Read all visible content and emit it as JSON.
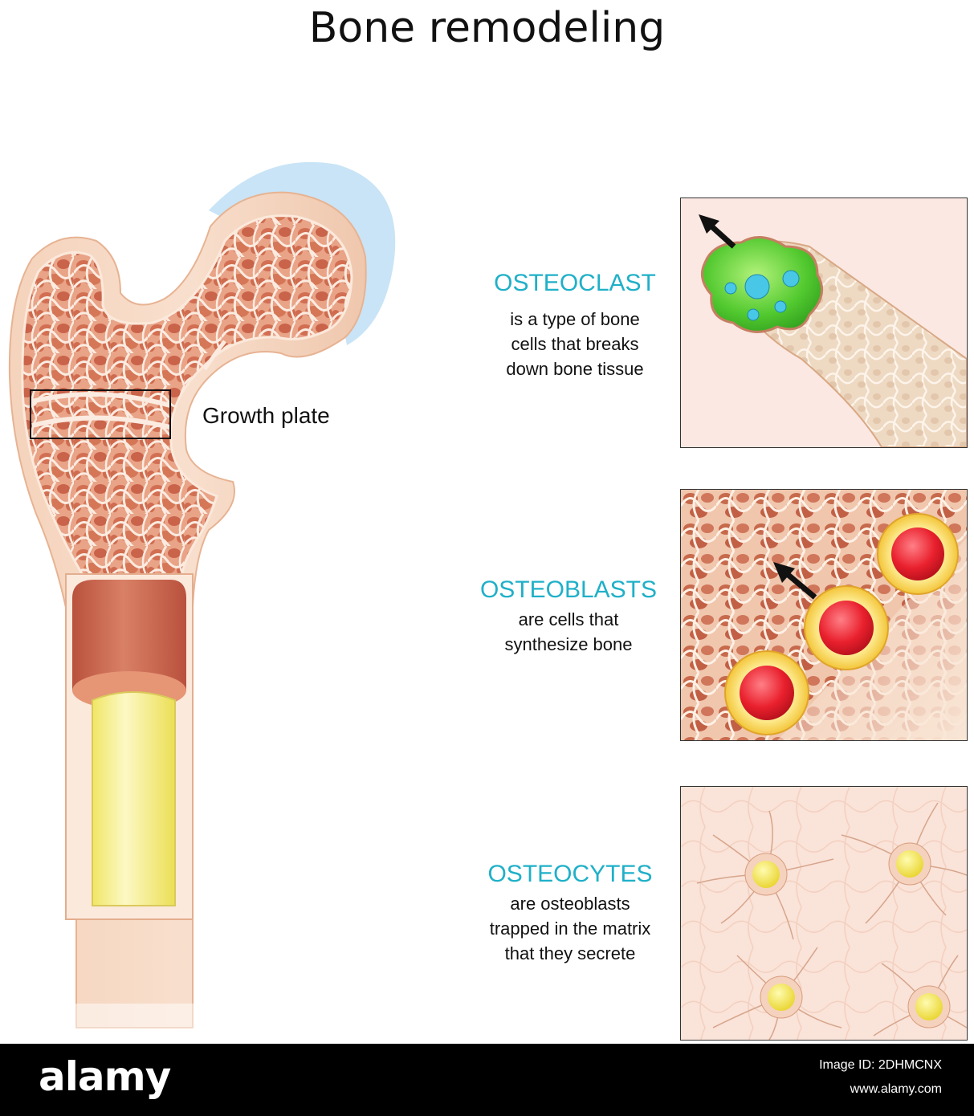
{
  "title": "Bone remodeling",
  "femur": {
    "growth_plate_label": "Growth plate"
  },
  "cells": {
    "osteoclast": {
      "heading": "OSTEOCLAST",
      "description": [
        "is a type of bone",
        "cells that breaks",
        "down bone tissue"
      ]
    },
    "osteoblasts": {
      "heading": "OSTEOBLASTS",
      "description": [
        "are cells that",
        "synthesize bone"
      ]
    },
    "osteocytes": {
      "heading": "OSTEOCYTES",
      "description": [
        "are osteoblasts",
        "trapped in the matrix",
        "that they secrete"
      ]
    }
  },
  "colors": {
    "heading": "#1fb0c8",
    "bone_outer": "#f6d5bd",
    "bone_spongy": "#e07f5f",
    "marrow_red": "#c7604a",
    "marrow_yellow": "#f5ef8a",
    "cartilage": "#c7e3f5",
    "osteoclast_cell": "#5ed23a",
    "osteoblast_cell": "#e8202e",
    "osteocyte_cell": "#f5e64a"
  },
  "footer": {
    "brand": "alamy",
    "image_id": "Image ID: 2DHMCNX",
    "url": "www.alamy.com"
  }
}
